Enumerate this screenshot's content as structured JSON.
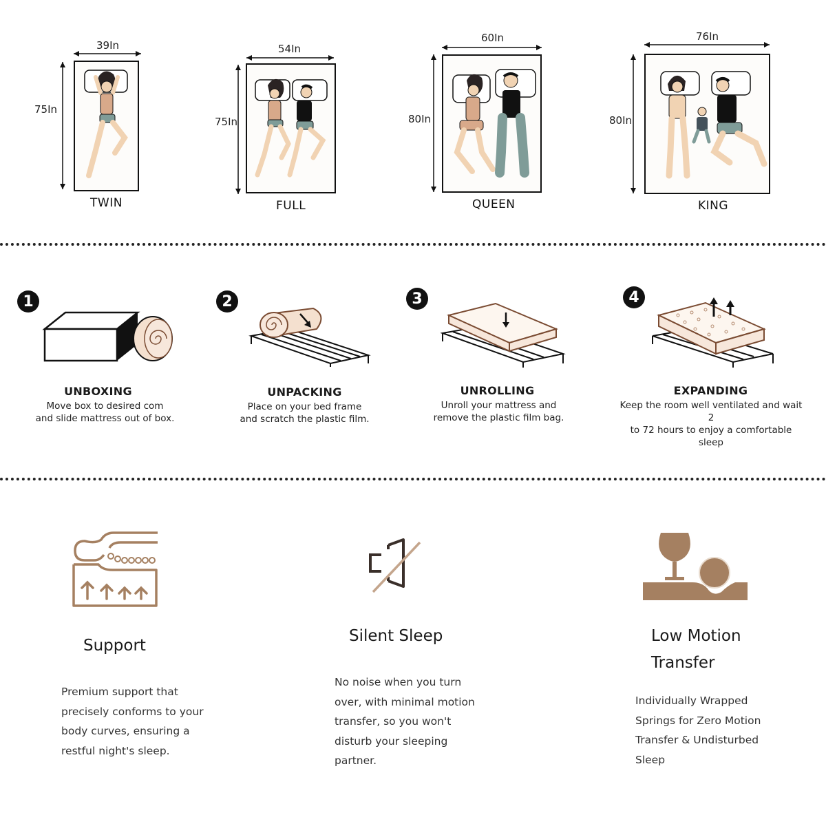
{
  "sizes": [
    {
      "name": "TWIN",
      "width": "39In",
      "length": "75In"
    },
    {
      "name": "FULL",
      "width": "54In",
      "length": "75In"
    },
    {
      "name": "QUEEN",
      "width": "60In",
      "length": "80In"
    },
    {
      "name": "KING",
      "width": "76In",
      "length": "80In"
    }
  ],
  "steps": [
    {
      "number": "1",
      "title": "UNBOXING",
      "line1": "Move box to desired com",
      "line2": "and slide mattress out of box."
    },
    {
      "number": "2",
      "title": "UNPACKING",
      "line1": "Place on your bed frame",
      "line2": "and scratch the plastic film."
    },
    {
      "number": "3",
      "title": "UNROLLING",
      "line1": "Unroll your mattress and",
      "line2": "remove the plastic film bag."
    },
    {
      "number": "4",
      "title": "EXPANDING",
      "line1": "Keep the room well ventilated and wait 2",
      "line2": "to 72 hours to enjoy a comfortable sleep"
    }
  ],
  "features": [
    {
      "title_line1": "Support",
      "title_line2": "",
      "desc": [
        "Premium support that",
        "precisely conforms to your",
        "body curves, ensuring a",
        "restful night's sleep."
      ]
    },
    {
      "title_line1": "Silent Sleep",
      "title_line2": "",
      "desc": [
        "No noise when you turn",
        "over, with minimal motion",
        "transfer, so you won't",
        "disturb your sleeping",
        "partner."
      ]
    },
    {
      "title_line1": "Low Motion",
      "title_line2": "Transfer",
      "desc": [
        "Individually Wrapped",
        "Springs for Zero Motion",
        "Transfer & Undisturbed",
        "Sleep"
      ]
    }
  ],
  "colors": {
    "accent_brown": "#8b6a4a",
    "icon_brown": "#a58061",
    "skin": "#f1d3b3",
    "ink": "#111111"
  }
}
